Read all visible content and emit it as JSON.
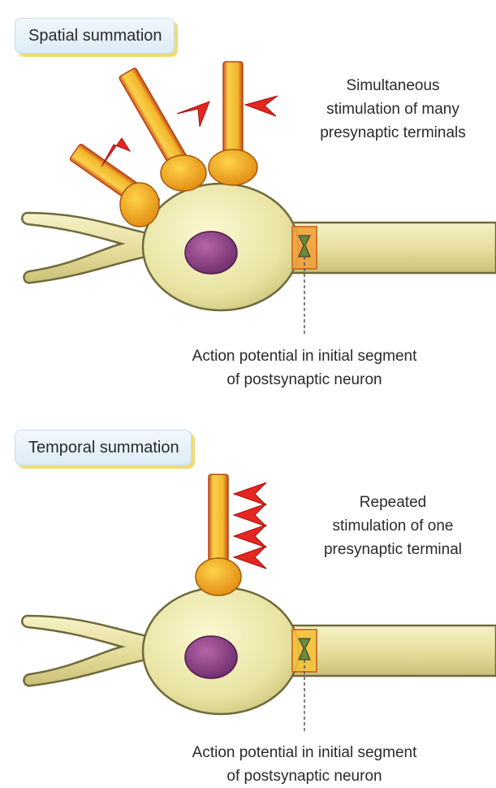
{
  "spatial": {
    "title": "Spatial summation",
    "note_lines": [
      "Simultaneous",
      "stimulation of many",
      "presynaptic terminals"
    ],
    "caption_lines": [
      "Action potential in initial segment",
      "of postsynaptic neuron"
    ],
    "presynaptic_terminals": 3,
    "stimulus_arrows": 3
  },
  "temporal": {
    "title": "Temporal summation",
    "note_lines": [
      "Repeated",
      "stimulation of one",
      "presynaptic terminal"
    ],
    "caption_lines": [
      "Action potential in initial segment",
      "of postsynaptic neuron"
    ],
    "presynaptic_terminals": 1,
    "stimulus_arrows": 4
  },
  "colors": {
    "cell_body": "#e8e3a2",
    "cell_outline": "#6f6a3c",
    "nucleus": "#8a3f86",
    "axon": "#e5dc9b",
    "terminal": "#f2a21e",
    "fiber": "#f5c33a",
    "fiber_edge": "#c4501a",
    "stimulus_arrow": "#e52620",
    "title_box": "#dcecf6",
    "title_shadow": "#f0dc7a"
  }
}
